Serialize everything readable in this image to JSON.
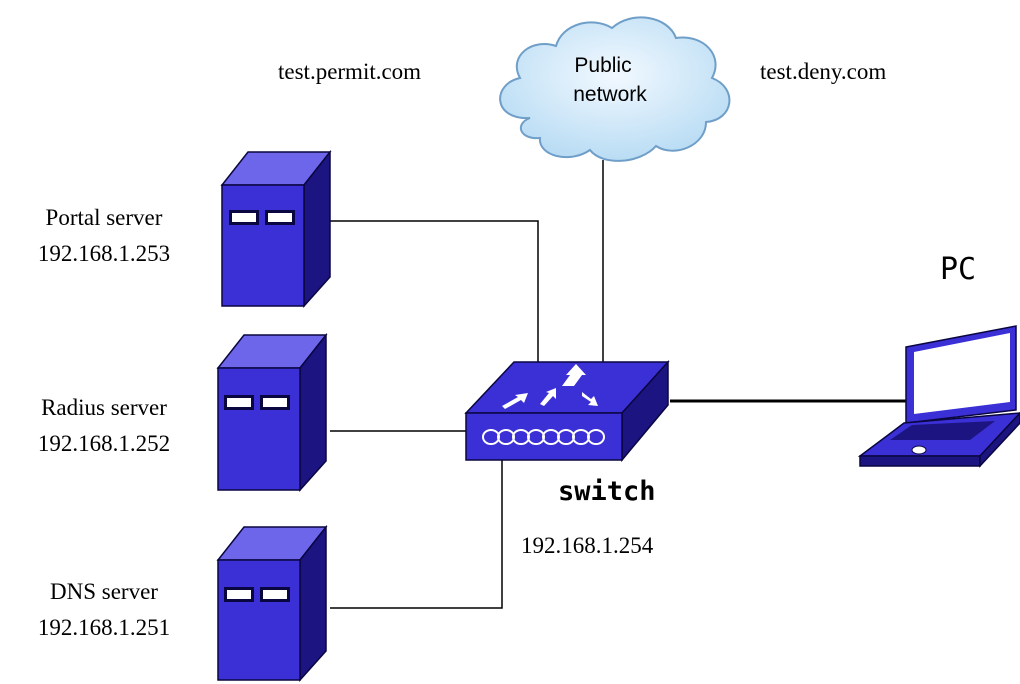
{
  "cloud": {
    "line1": "Public",
    "line2": "network"
  },
  "sites": {
    "permit": "test.permit.com",
    "deny": "test.deny.com"
  },
  "servers": [
    {
      "name": "Portal server",
      "ip": "192.168.1.253"
    },
    {
      "name": "Radius server",
      "ip": "192.168.1.252"
    },
    {
      "name": "DNS server",
      "ip": "192.168.1.251"
    }
  ],
  "switch": {
    "name": "switch",
    "ip": "192.168.1.254"
  },
  "pc": {
    "label": "PC"
  },
  "colors": {
    "device_front": "#3b2fd6",
    "device_side": "#1c1480",
    "device_top": "#6d66ea",
    "outline": "#0a0640",
    "cloud_fill": "#c5e2f6",
    "cloud_stroke": "#6f9fc8",
    "link": "#000000"
  }
}
